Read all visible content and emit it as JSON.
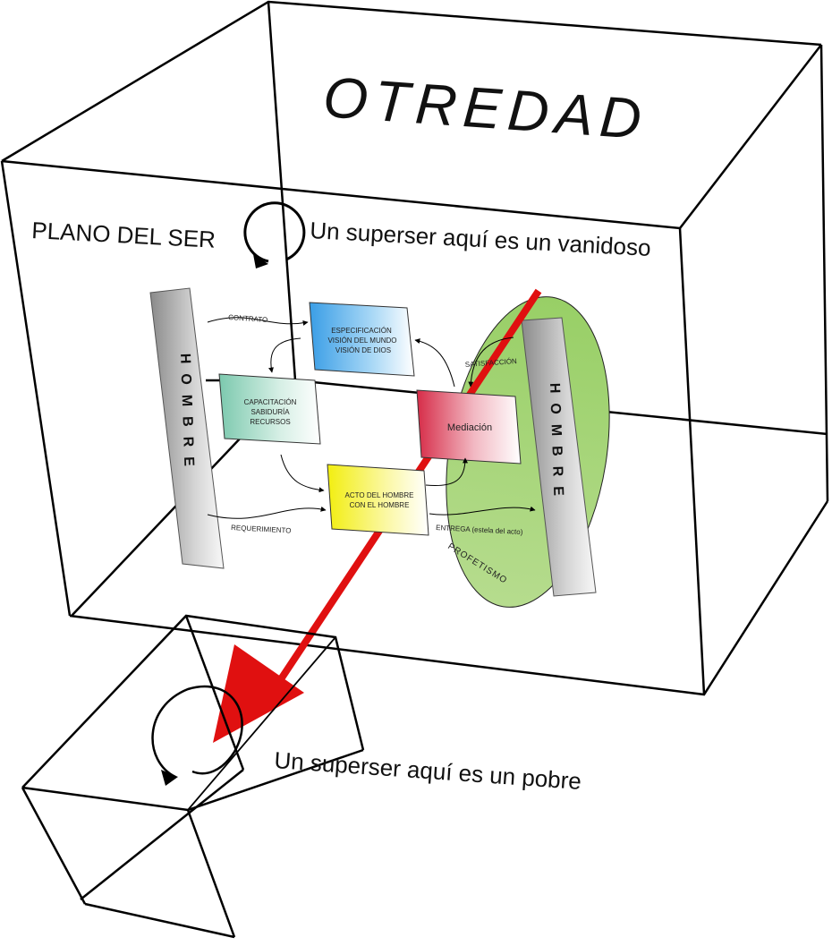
{
  "title": "OTREDAD",
  "plane_label": "PLANO DEL SER",
  "upper_caption": "Un superser aquí es un vanidoso",
  "lower_caption": "Un superser aquí es un pobre",
  "left_pillar": "HOMBRE",
  "right_pillar": "HOMBRE",
  "boxes": {
    "especificacion": [
      "ESPECIFICACIÓN",
      "VISIÓN DEL MUNDO",
      "VISIÓN DE DIOS"
    ],
    "capacitacion": [
      "CAPACITACIÓN",
      "SABIDURÍA",
      "RECURSOS"
    ],
    "mediacion": "Mediación",
    "acto": [
      "ACTO DEL HOMBRE",
      "CON EL HOMBRE"
    ]
  },
  "flow_labels": {
    "contrato": "CONTRATO",
    "requerimiento": "REQUERIMIENTO",
    "satisfaccion": "SATISFACCIÓN",
    "entrega": "ENTREGA (estela del acto)",
    "profetismo": "PROFETISMO"
  },
  "colors": {
    "line": "#000000",
    "arrow_red": "#e01010",
    "ellipse_green": "#9ed06a",
    "box_blue": "#4aa8e8",
    "box_teal": "#8fd0b8",
    "box_red": "#d83a50",
    "box_yellow": "#f4f020",
    "pillar_gray": "#9a9a9a"
  }
}
